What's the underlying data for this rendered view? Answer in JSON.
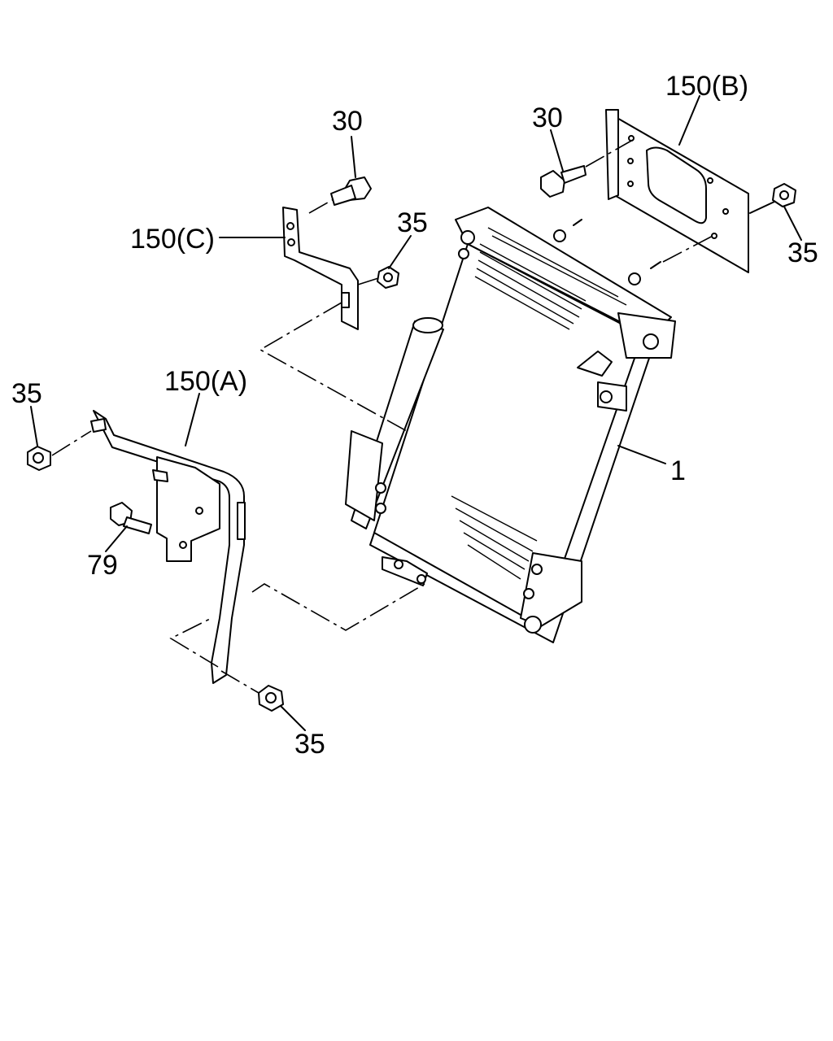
{
  "callouts": {
    "bolt_30_left": "30",
    "bracket_150c": "150(C)",
    "nut_35_upper_mid": "35",
    "bolt_30_right": "30",
    "bracket_150b": "150(B)",
    "nut_35_right": "35",
    "nut_35_left": "35",
    "bracket_150a": "150(A)",
    "bolt_79": "79",
    "radiator_1": "1",
    "nut_35_bottom": "35"
  },
  "colors": {
    "line": "#000000",
    "background": "#ffffff"
  }
}
